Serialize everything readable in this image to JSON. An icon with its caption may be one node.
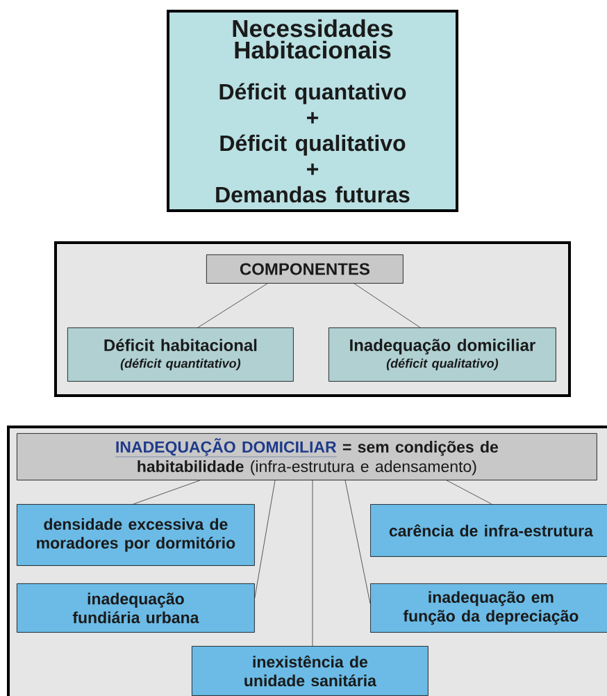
{
  "diagram": {
    "nodes": [
      {
        "text": [
          "Necessidades Habitacionais",
          "Déficit quantativo",
          "+",
          "Déficit qualitativo",
          "+",
          "Demandas futuras"
        ]
      },
      {
        "text": [],
        "shape": "box"
      },
      {
        "text": [
          "COMPONENTES"
        ],
        "in": 1
      },
      {
        "text": [
          "Déficit habitacional",
          "(déficit quantitativo)"
        ],
        "in": 1
      },
      {
        "text": [
          "Inadequação domiciliar",
          "(déficit qualitativo)"
        ],
        "in": 1
      },
      {
        "text": [],
        "shape": "box"
      },
      {
        "text": [
          "INADEQUAÇÃO DOMICILIAR",
          "**= sem condições de habitabilidade** (infra-estrutura e adensamento)"
        ],
        "in": 5
      },
      {
        "text": [
          "densidade excessiva de moradores por dormitório"
        ],
        "in": 5
      },
      {
        "text": [
          "carência de infra-estrutura"
        ],
        "in": 5
      },
      {
        "text": [
          "inadequação fundiária urbana"
        ],
        "in": 5
      },
      {
        "text": [
          "inadequação em função da depreciação"
        ],
        "in": 5
      },
      {
        "text": [
          "inexistência de unidade sanitária"
        ],
        "in": 5
      }
    ],
    "edges": [
      {
        "from": 2,
        "to": 3,
        "arrow": "none"
      },
      {
        "from": 2,
        "to": 4,
        "arrow": "none"
      },
      {
        "from": 6,
        "to": 7,
        "arrow": "none"
      },
      {
        "from": 6,
        "to": 9,
        "arrow": "none"
      },
      {
        "from": 6,
        "to": 11,
        "arrow": "none"
      },
      {
        "from": 6,
        "to": 10,
        "arrow": "none"
      },
      {
        "from": 6,
        "to": 8,
        "arrow": "none"
      }
    ]
  }
}
